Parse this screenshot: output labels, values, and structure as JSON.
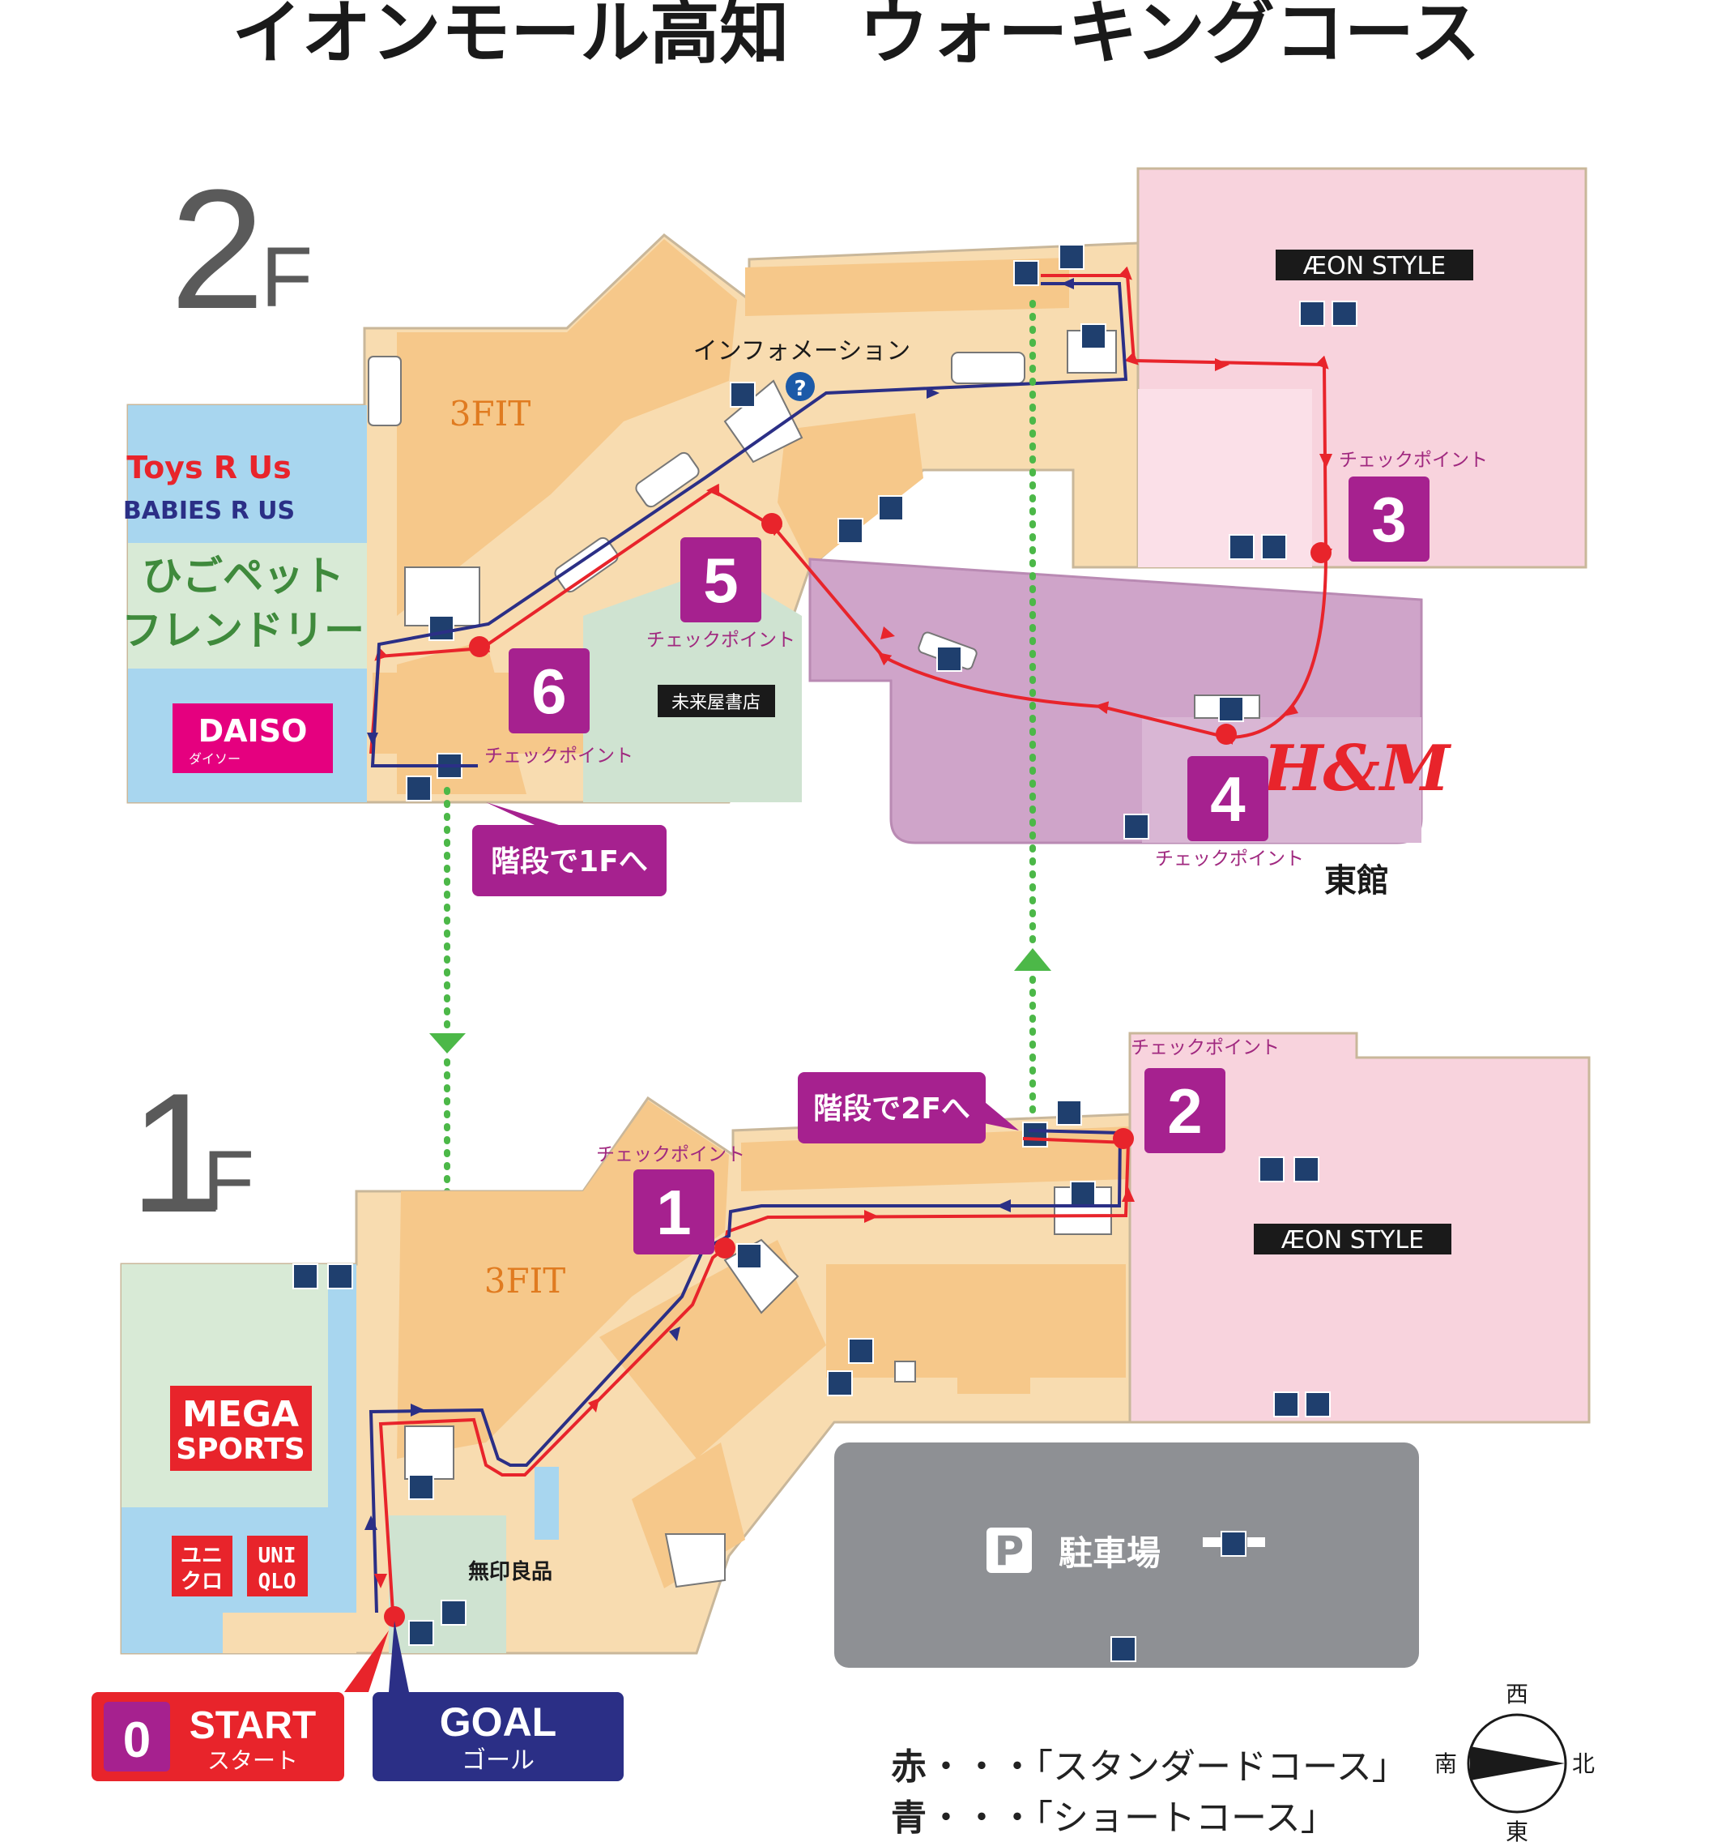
{
  "title": "イオンモール高知　ウォーキングコース",
  "floors": {
    "upper": {
      "num": "2",
      "unit": "F"
    },
    "lower": {
      "num": "1",
      "unit": "F"
    }
  },
  "labels": {
    "information": "インフォメーション",
    "east_wing": "東館",
    "parking": "駐車場",
    "parking_symbol": "P",
    "to_1f": "階段で1Fへ",
    "to_2f": "階段で2Fへ"
  },
  "checkpoints": [
    {
      "id": "1",
      "label": "チェックポイント"
    },
    {
      "id": "2",
      "label": "チェックポイント"
    },
    {
      "id": "3",
      "label": "チェックポイント"
    },
    {
      "id": "4",
      "label": "チェックポイント"
    },
    {
      "id": "5",
      "label": "チェックポイント"
    },
    {
      "id": "6",
      "label": "チェックポイント"
    }
  ],
  "stores": {
    "toysrus": "Toys R Us",
    "babiesrus": "BABIES R US",
    "hidepet_1": "ひごペット",
    "hidepet_2": "フレンドリー",
    "daiso": "DAISO",
    "daiso_kana": "ダイソー",
    "fit": "3FIT",
    "aeon_style": "ÆON STYLE",
    "hm": "H&M",
    "bookstore": "未来屋書店",
    "mega_1": "MEGA",
    "mega_2": "SPORTS",
    "uniqlo_kana_1": "ユニ",
    "uniqlo_kana_2": "クロ",
    "uniqlo_1": "UNI",
    "uniqlo_2": "QLO",
    "muji": "無印良品"
  },
  "start": {
    "num": "0",
    "label": "START",
    "kana": "スタート"
  },
  "goal": {
    "label": "GOAL",
    "kana": "ゴール"
  },
  "legend": {
    "red_word": "赤",
    "red_text": "・・・「スタンダードコース」",
    "blue_word": "青",
    "blue_text": "・・・「ショートコース」"
  },
  "compass": {
    "west": "西",
    "south": "南",
    "north": "北",
    "east": "東"
  },
  "colors": {
    "standard_course": "#e8242b",
    "short_course": "#2b2f86",
    "stair_route": "#4cb848",
    "checkpoint": "#a6218f",
    "aeon_area": "#f8d3dd",
    "hm_area": "#cfa4c9",
    "parking": "#8e9094"
  }
}
